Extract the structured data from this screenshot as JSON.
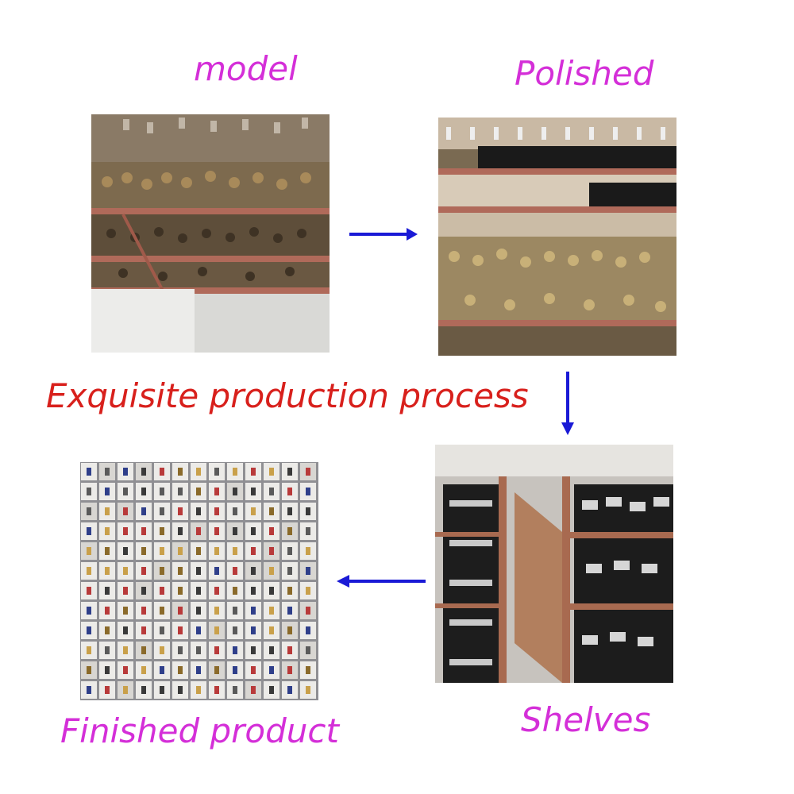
{
  "steps": {
    "model": "model",
    "polished": "Polished",
    "shelves": "Shelves",
    "finished": "Finished product"
  },
  "headline": "Exquisite production process",
  "colors": {
    "step_label": "#d42fd8",
    "headline": "#d8201c",
    "arrow": "#1a1ad6"
  }
}
